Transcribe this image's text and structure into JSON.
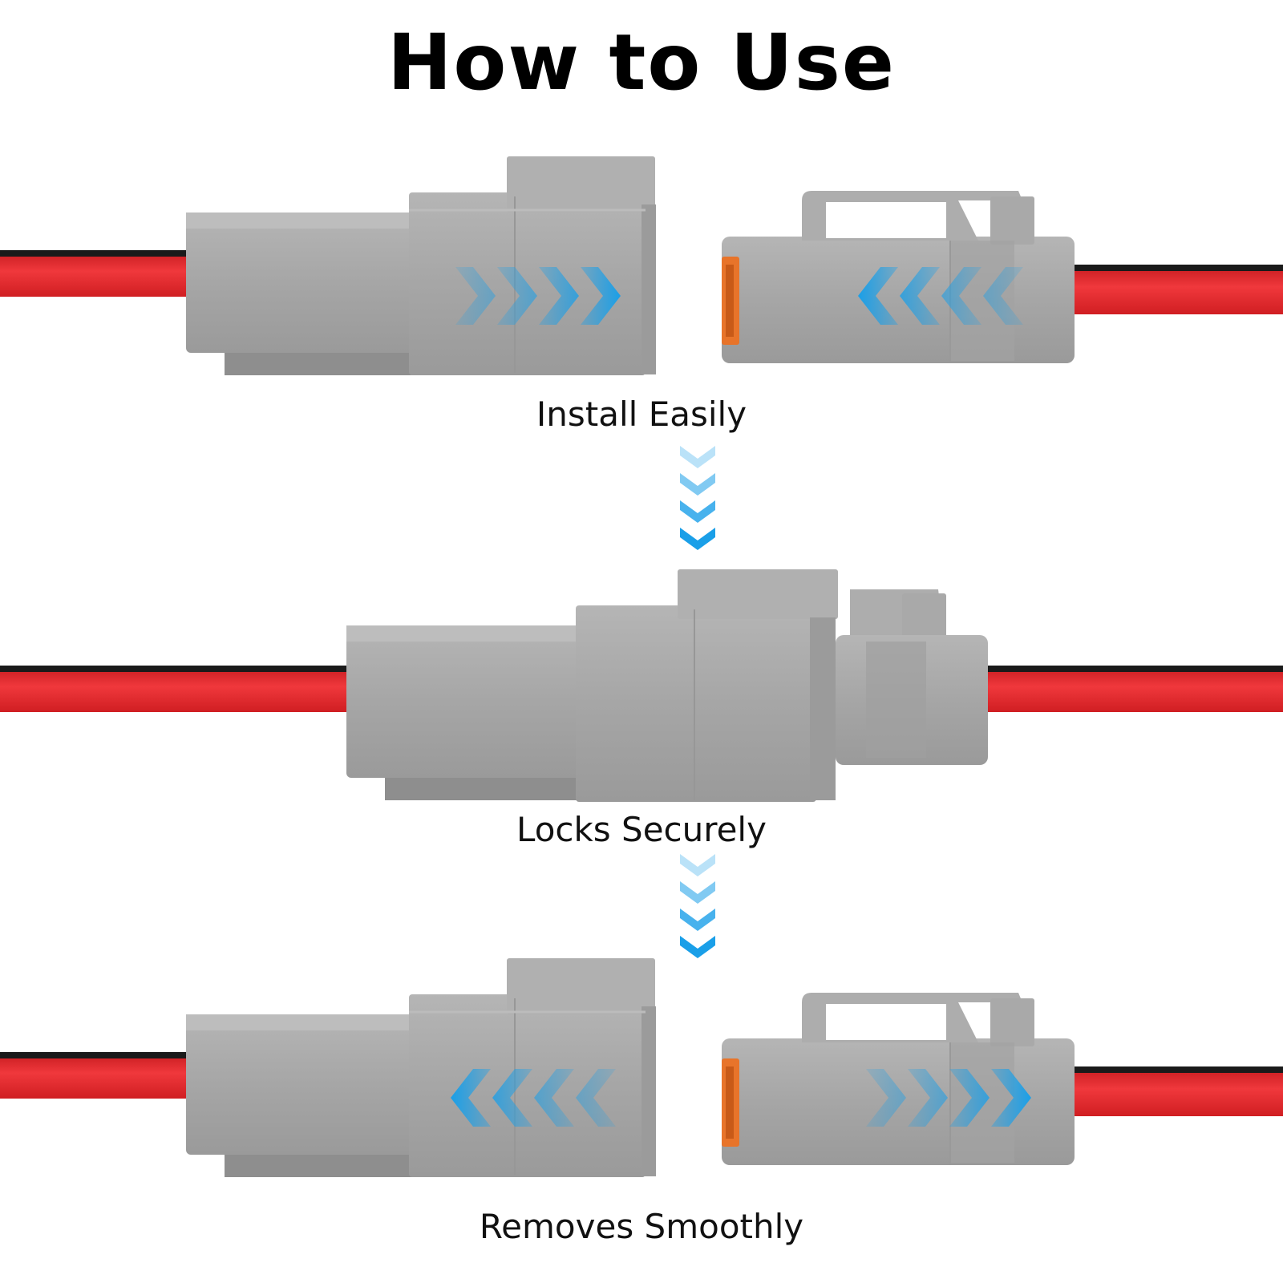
{
  "title": "How to Use",
  "steps": [
    {
      "label": "Install Easily"
    },
    {
      "label": "Locks Securely"
    },
    {
      "label": "Removes Smoothly"
    }
  ],
  "colors": {
    "arrow": "#1a9fe8",
    "connector": "#a9a9a9",
    "wire_red": "#e8262a",
    "wire_black": "#1a1a1a",
    "seal": "#e8742a"
  },
  "icons": [
    "chevron-right-icon",
    "chevron-left-icon",
    "chevron-down-icon"
  ]
}
